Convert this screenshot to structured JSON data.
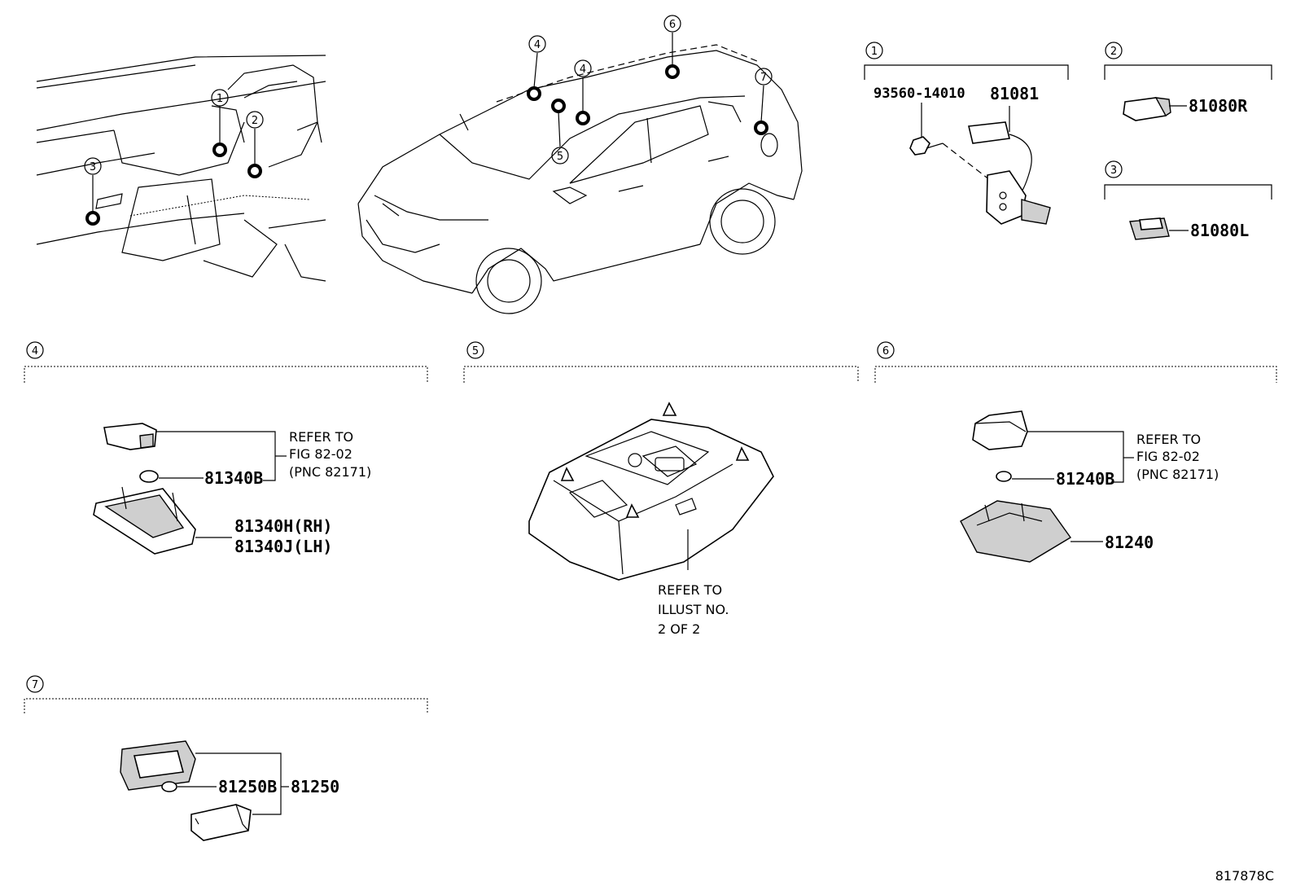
{
  "callouts": [
    "1",
    "2",
    "3",
    "4",
    "5",
    "6",
    "7"
  ],
  "section1": {
    "num": "1",
    "bolt": "93560-14010",
    "wire": "81081"
  },
  "section2": {
    "num": "2",
    "part": "81080R"
  },
  "section3": {
    "num": "3",
    "part": "81080L"
  },
  "section4": {
    "num": "4",
    "bulb": "81340B",
    "lamp_rh": "81340H(RH)",
    "lamp_lh": "81340J(LH)",
    "refer1": "REFER TO",
    "refer2": "FIG 82-02",
    "refer3": "(PNC 82171)"
  },
  "section5": {
    "num": "5",
    "refer1": "REFER TO",
    "refer2": "ILLUST NO.",
    "refer3": "2 OF 2"
  },
  "section6": {
    "num": "6",
    "bulb": "81240B",
    "lamp": "81240",
    "refer1": "REFER TO",
    "refer2": "FIG 82-02",
    "refer3": "(PNC 82171)"
  },
  "section7": {
    "num": "7",
    "bulb": "81250B",
    "lamp": "81250"
  },
  "footer": {
    "code": "817878C"
  }
}
